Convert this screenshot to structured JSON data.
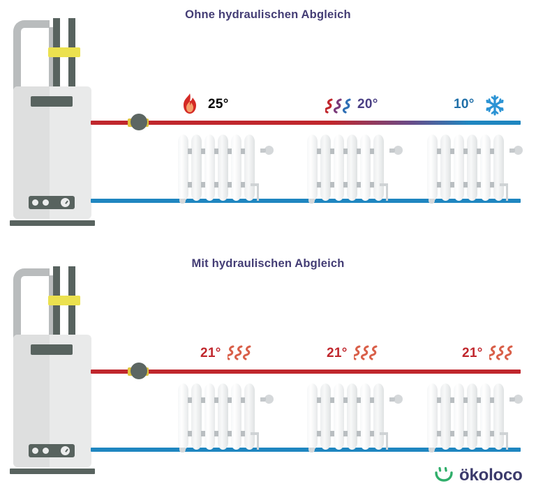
{
  "page": {
    "background": "#ffffff",
    "title_color": "#443d75"
  },
  "sections": [
    {
      "id": "without-balancing",
      "title": "Ohne hydraulischen Abgleich",
      "supply_line": {
        "type": "gradient",
        "from_color": "#c0272d",
        "mid_color": "#6b4a86",
        "to_color": "#1f86c0"
      },
      "return_line": {
        "color": "#1f86c0"
      },
      "radiators": [
        {
          "label": "25°",
          "label_color": "#c0272d",
          "icon": "flame-icon",
          "icon_position": "left",
          "icon_color": "#d42a25"
        },
        {
          "label": "20°",
          "label_color": "#4a3f84",
          "icon": "heat-waves-icon",
          "icon_position": "left",
          "icon_color": "#8a3d73"
        },
        {
          "label": "10°",
          "label_color": "#1f6fa8",
          "icon": "snowflake-icon",
          "icon_position": "right",
          "icon_color": "#2b93d4"
        }
      ]
    },
    {
      "id": "with-balancing",
      "title": "Mit hydraulischen Abgleich",
      "supply_line": {
        "type": "solid",
        "from_color": "#c0272d",
        "mid_color": "#c0272d",
        "to_color": "#c0272d"
      },
      "return_line": {
        "color": "#1f86c0"
      },
      "radiators": [
        {
          "label": "21°",
          "label_color": "#c0272d",
          "icon": "heat-waves-icon",
          "icon_position": "right",
          "icon_color": "#d9604a"
        },
        {
          "label": "21°",
          "label_color": "#c0272d",
          "icon": "heat-waves-icon",
          "icon_position": "right",
          "icon_color": "#d9604a"
        },
        {
          "label": "21°",
          "label_color": "#c0272d",
          "icon": "heat-waves-icon",
          "icon_position": "right",
          "icon_color": "#d9604a"
        }
      ]
    }
  ],
  "boiler": {
    "name": "gas-boiler",
    "body_color": "#e9eaea",
    "accent_color": "#58635f",
    "clamp_color": "#ebe14f"
  },
  "pump": {
    "name": "circulation-pump",
    "body_color": "#5c6662",
    "ring_color": "#e0c43c"
  },
  "logo": {
    "text": "ökoloco",
    "mark": "smiley-icon",
    "mark_color": "#2fae6a",
    "text_color": "#3b3a6b"
  }
}
